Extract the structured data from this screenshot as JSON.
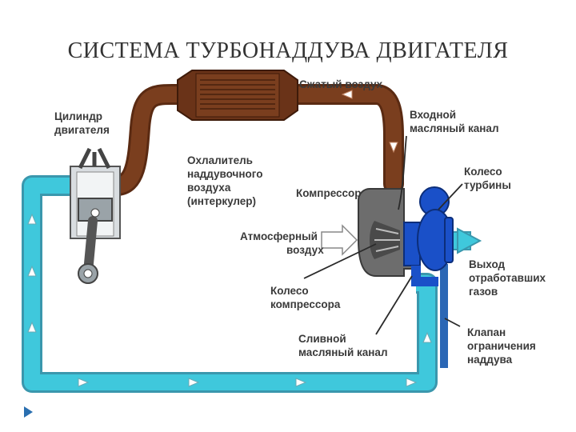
{
  "title": "СИСТЕМА ТУРБОНАДДУВА ДВИГАТЕЛЯ",
  "labels": {
    "cylinder": [
      "Цилиндр",
      "двигателя"
    ],
    "compressed_air": [
      "Сжатый воздух"
    ],
    "intercooler": [
      "Охлалитель",
      "наддувочного",
      "воздуха",
      "(интеркулер)"
    ],
    "oil_inlet": [
      "Входной",
      "масляный канал"
    ],
    "compressor": [
      "Компрессор"
    ],
    "turbine_wheel": [
      "Колесо",
      "турбины"
    ],
    "atmospheric_air": [
      "Атмосферный",
      "воздух"
    ],
    "exhaust_outlet": [
      "Выход",
      "отработавших",
      "газов"
    ],
    "compressor_wheel": [
      "Колесо",
      "компрессора"
    ],
    "oil_drain": [
      "Сливной",
      "масляный канал"
    ],
    "wastegate": [
      "Клапан",
      "ограничения",
      "наддува"
    ]
  },
  "colors": {
    "exhaust": "#3fc8dc",
    "intake": "#7a3e1e",
    "turbine": "#1a50c8",
    "compressor": "#6d6d6d",
    "arrow": "#ffffff",
    "text": "#3a3a3a"
  },
  "icons": {
    "bullet": "triangle-bullet-icon"
  }
}
